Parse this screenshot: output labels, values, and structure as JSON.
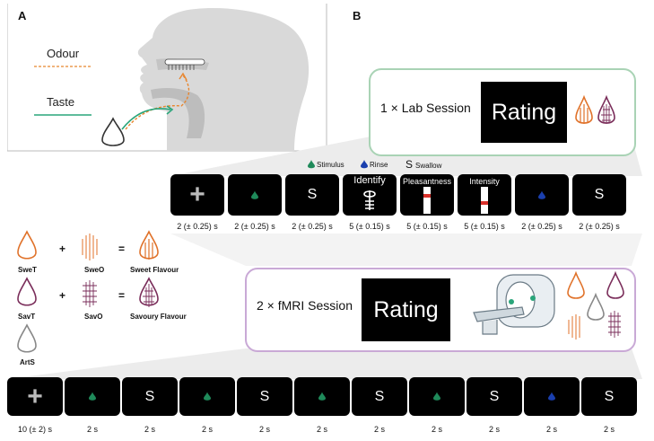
{
  "panel_a": {
    "letter": "A",
    "odour_label": "Odour",
    "taste_label": "Taste",
    "colors": {
      "odour": "#e8862f",
      "taste": "#2aa57a",
      "head": "#d9d9d9"
    }
  },
  "panel_b": {
    "letter": "B"
  },
  "legend": {
    "stimulus": "Stimulus",
    "rinse": "Rinse",
    "swallow_symbol": "S",
    "swallow": "Swallow",
    "colors": {
      "stimulus": "#1f8a5a",
      "rinse": "#1a3fae"
    }
  },
  "lab_session": {
    "label": "1 × Lab Session",
    "rating": "Rating",
    "border_color": "#a9d3b5"
  },
  "fmri_session": {
    "label": "2 × fMRI Session",
    "rating": "Rating",
    "border_color": "#c9a9d6"
  },
  "lab_sequence": [
    {
      "type": "fixation",
      "duration": "2 (± 0.25) s"
    },
    {
      "type": "stimulus",
      "duration": "2 (± 0.25) s"
    },
    {
      "type": "swallow",
      "text": "S",
      "duration": "2 (± 0.25) s"
    },
    {
      "type": "identify",
      "title": "Identify",
      "duration": "5 (± 0.15) s"
    },
    {
      "type": "scale",
      "title": "Pleasantness",
      "duration": "5 (± 0.15) s"
    },
    {
      "type": "scale",
      "title": "Intensity",
      "duration": "5 (± 0.15) s"
    },
    {
      "type": "rinse",
      "duration": "2 (± 0.25) s"
    },
    {
      "type": "swallow",
      "text": "S",
      "duration": "2 (± 0.25) s"
    }
  ],
  "fmri_sequence": [
    {
      "type": "fixation",
      "duration": "10 (± 2)  s"
    },
    {
      "type": "stimulus",
      "duration": "2 s"
    },
    {
      "type": "swallow",
      "text": "S",
      "duration": "2 s"
    },
    {
      "type": "stimulus",
      "duration": "2 s"
    },
    {
      "type": "swallow",
      "text": "S",
      "duration": "2 s"
    },
    {
      "type": "stimulus",
      "duration": "2 s"
    },
    {
      "type": "swallow",
      "text": "S",
      "duration": "2 s"
    },
    {
      "type": "stimulus",
      "duration": "2 s"
    },
    {
      "type": "swallow",
      "text": "S",
      "duration": "2 s"
    },
    {
      "type": "rinse",
      "duration": "2 s"
    },
    {
      "type": "swallow",
      "text": "S",
      "duration": "2 s"
    }
  ],
  "stimuli": {
    "plus": "+",
    "equals": "=",
    "swet": "SweT",
    "sweo": "SweO",
    "sweet_flavour": "Sweet Flavour",
    "savt": "SavT",
    "savo": "SavO",
    "savoury_flavour": "Savoury Flavour",
    "arts": "ArtS",
    "colors": {
      "sweet": "#e0722a",
      "savoury": "#7a2d5a",
      "artificial": "#888888"
    }
  }
}
